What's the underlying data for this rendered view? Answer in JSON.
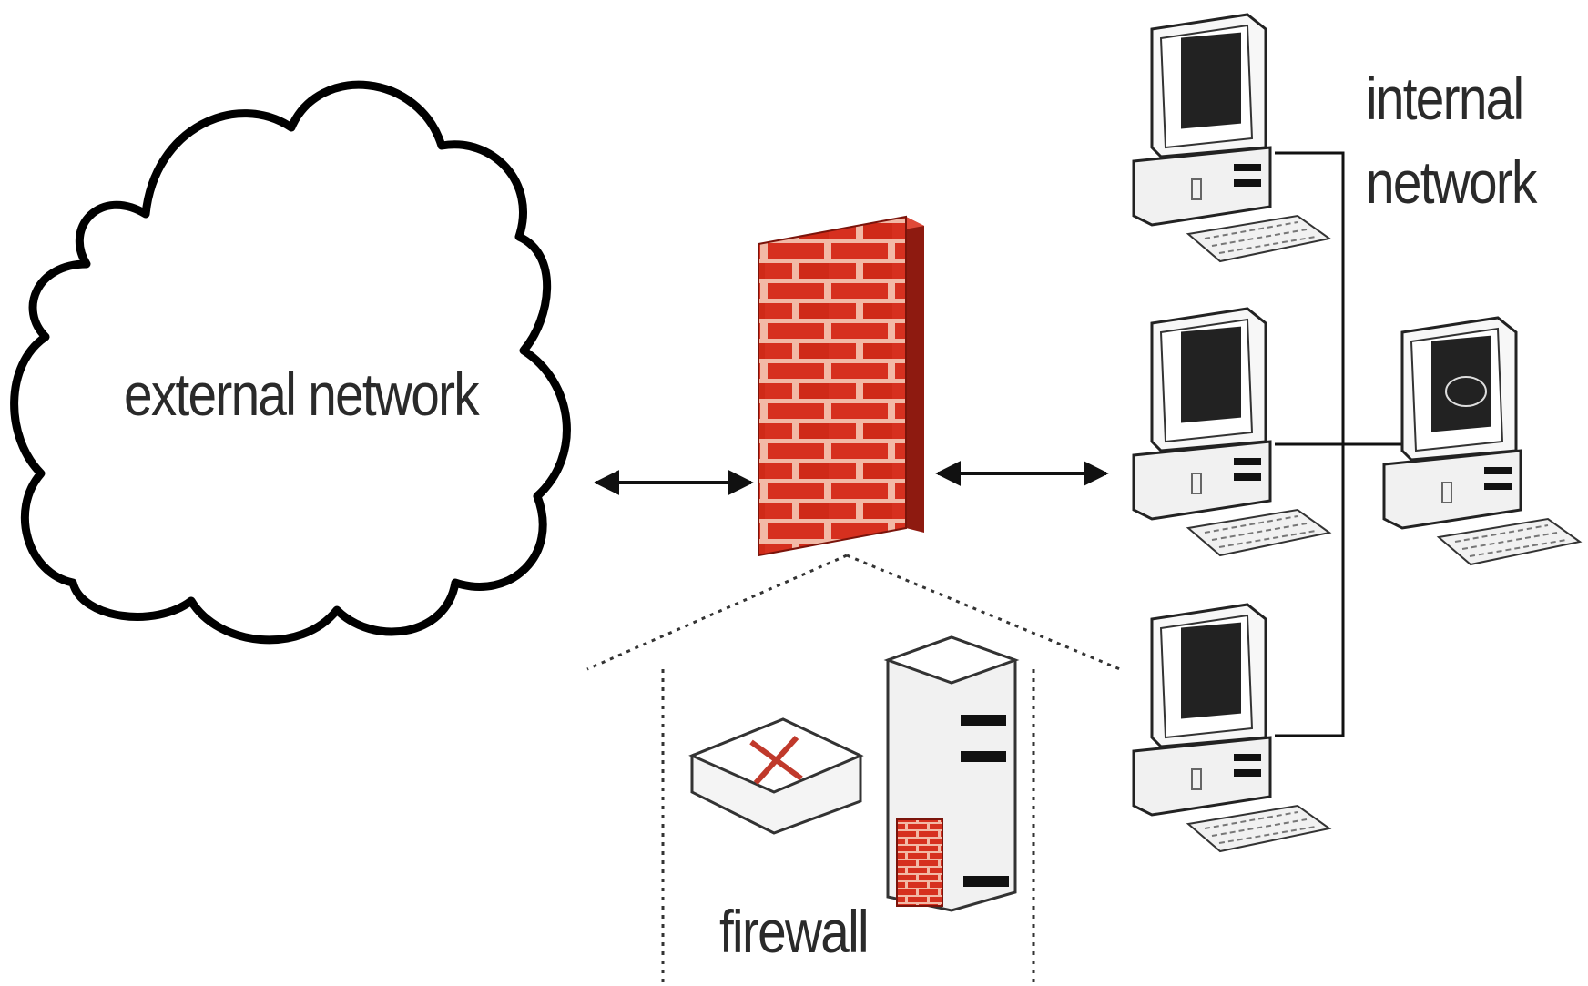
{
  "labels": {
    "external_network": "external network",
    "internal_network_line1": "internal",
    "internal_network_line2": "network",
    "firewall": "firewall"
  },
  "colors": {
    "brick_red": "#d6301f",
    "brick_dark": "#8e1a10",
    "mortar": "#f2b9a6",
    "outline": "#111111",
    "computer_body": "#f4f4f4"
  },
  "icons": [
    "cloud-icon",
    "brick-wall-icon",
    "router-icon",
    "server-tower-icon",
    "desktop-computer-icon"
  ]
}
